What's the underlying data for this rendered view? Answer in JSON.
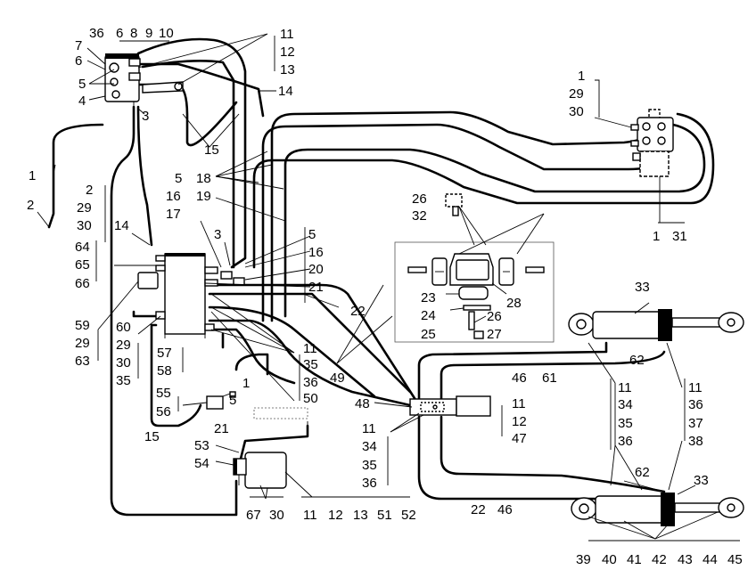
{
  "callouts": [
    {
      "id": "c36a",
      "text": "36"
    },
    {
      "id": "c6a",
      "text": "6"
    },
    {
      "id": "c8a",
      "text": "8"
    },
    {
      "id": "c9a",
      "text": "9"
    },
    {
      "id": "c10a",
      "text": "10"
    },
    {
      "id": "c7a",
      "text": "7"
    },
    {
      "id": "c6b",
      "text": "6"
    },
    {
      "id": "c5a",
      "text": "5"
    },
    {
      "id": "c4a",
      "text": "4"
    },
    {
      "id": "c3a",
      "text": "3"
    },
    {
      "id": "c11a",
      "text": "11"
    },
    {
      "id": "c12a",
      "text": "12"
    },
    {
      "id": "c13a",
      "text": "13"
    },
    {
      "id": "c14a",
      "text": "14"
    },
    {
      "id": "c15a",
      "text": "15"
    },
    {
      "id": "c1a",
      "text": "1"
    },
    {
      "id": "c2a",
      "text": "2"
    },
    {
      "id": "c1b",
      "text": "1"
    },
    {
      "id": "c29a",
      "text": "29"
    },
    {
      "id": "c30a",
      "text": "30"
    },
    {
      "id": "c18a",
      "text": "18"
    },
    {
      "id": "c5b",
      "text": "5"
    },
    {
      "id": "c16a",
      "text": "16"
    },
    {
      "id": "c19a",
      "text": "19"
    },
    {
      "id": "c17a",
      "text": "17"
    },
    {
      "id": "c2b",
      "text": "2"
    },
    {
      "id": "c29b",
      "text": "29"
    },
    {
      "id": "c30b",
      "text": "30"
    },
    {
      "id": "c14b",
      "text": "14"
    },
    {
      "id": "c3b",
      "text": "3"
    },
    {
      "id": "c5c",
      "text": "5"
    },
    {
      "id": "c16b",
      "text": "16"
    },
    {
      "id": "c20a",
      "text": "20"
    },
    {
      "id": "c21a",
      "text": "21"
    },
    {
      "id": "c22a",
      "text": "22"
    },
    {
      "id": "c64a",
      "text": "64"
    },
    {
      "id": "c65a",
      "text": "65"
    },
    {
      "id": "c66a",
      "text": "66"
    },
    {
      "id": "c26a",
      "text": "26"
    },
    {
      "id": "c32a",
      "text": "32"
    },
    {
      "id": "c1c",
      "text": "1"
    },
    {
      "id": "c31a",
      "text": "31"
    },
    {
      "id": "c23a",
      "text": "23"
    },
    {
      "id": "c28a",
      "text": "28"
    },
    {
      "id": "c24a",
      "text": "24"
    },
    {
      "id": "c26b",
      "text": "26"
    },
    {
      "id": "c25a",
      "text": "25"
    },
    {
      "id": "c27a",
      "text": "27"
    },
    {
      "id": "c59a",
      "text": "59"
    },
    {
      "id": "c29c",
      "text": "29"
    },
    {
      "id": "c63a",
      "text": "63"
    },
    {
      "id": "c60a",
      "text": "60"
    },
    {
      "id": "c29d",
      "text": "29"
    },
    {
      "id": "c30c",
      "text": "30"
    },
    {
      "id": "c35a",
      "text": "35"
    },
    {
      "id": "c57a",
      "text": "57"
    },
    {
      "id": "c58a",
      "text": "58"
    },
    {
      "id": "c11b",
      "text": "11"
    },
    {
      "id": "c35b",
      "text": "35"
    },
    {
      "id": "c36b",
      "text": "36"
    },
    {
      "id": "c50a",
      "text": "50"
    },
    {
      "id": "c49a",
      "text": "49"
    },
    {
      "id": "c1d",
      "text": "1"
    },
    {
      "id": "c5d",
      "text": "5"
    },
    {
      "id": "c55a",
      "text": "55"
    },
    {
      "id": "c56a",
      "text": "56"
    },
    {
      "id": "c21b",
      "text": "21"
    },
    {
      "id": "c15b",
      "text": "15"
    },
    {
      "id": "c48a",
      "text": "48"
    },
    {
      "id": "c11c",
      "text": "11"
    },
    {
      "id": "c12b",
      "text": "12"
    },
    {
      "id": "c47a",
      "text": "47"
    },
    {
      "id": "c11d",
      "text": "11"
    },
    {
      "id": "c34a",
      "text": "34"
    },
    {
      "id": "c35c",
      "text": "35"
    },
    {
      "id": "c36c",
      "text": "36"
    },
    {
      "id": "c46a",
      "text": "46"
    },
    {
      "id": "c61a",
      "text": "61"
    },
    {
      "id": "c33a",
      "text": "33"
    },
    {
      "id": "c62a",
      "text": "62"
    },
    {
      "id": "c11e",
      "text": "11"
    },
    {
      "id": "c34b",
      "text": "34"
    },
    {
      "id": "c35d",
      "text": "35"
    },
    {
      "id": "c36d",
      "text": "36"
    },
    {
      "id": "c11f",
      "text": "11"
    },
    {
      "id": "c36e",
      "text": "36"
    },
    {
      "id": "c37a",
      "text": "37"
    },
    {
      "id": "c38a",
      "text": "38"
    },
    {
      "id": "c53a",
      "text": "53"
    },
    {
      "id": "c54a",
      "text": "54"
    },
    {
      "id": "c67a",
      "text": "67"
    },
    {
      "id": "c30d",
      "text": "30"
    },
    {
      "id": "c11g",
      "text": "11"
    },
    {
      "id": "c12c",
      "text": "12"
    },
    {
      "id": "c13b",
      "text": "13"
    },
    {
      "id": "c51a",
      "text": "51"
    },
    {
      "id": "c52a",
      "text": "52"
    },
    {
      "id": "c22b",
      "text": "22"
    },
    {
      "id": "c46b",
      "text": "46"
    },
    {
      "id": "c62b",
      "text": "62"
    },
    {
      "id": "c33b",
      "text": "33"
    },
    {
      "id": "c39a",
      "text": "39"
    },
    {
      "id": "c40a",
      "text": "40"
    },
    {
      "id": "c41a",
      "text": "41"
    },
    {
      "id": "c42a",
      "text": "42"
    },
    {
      "id": "c43a",
      "text": "43"
    },
    {
      "id": "c44a",
      "text": "44"
    },
    {
      "id": "c45a",
      "text": "45"
    }
  ]
}
